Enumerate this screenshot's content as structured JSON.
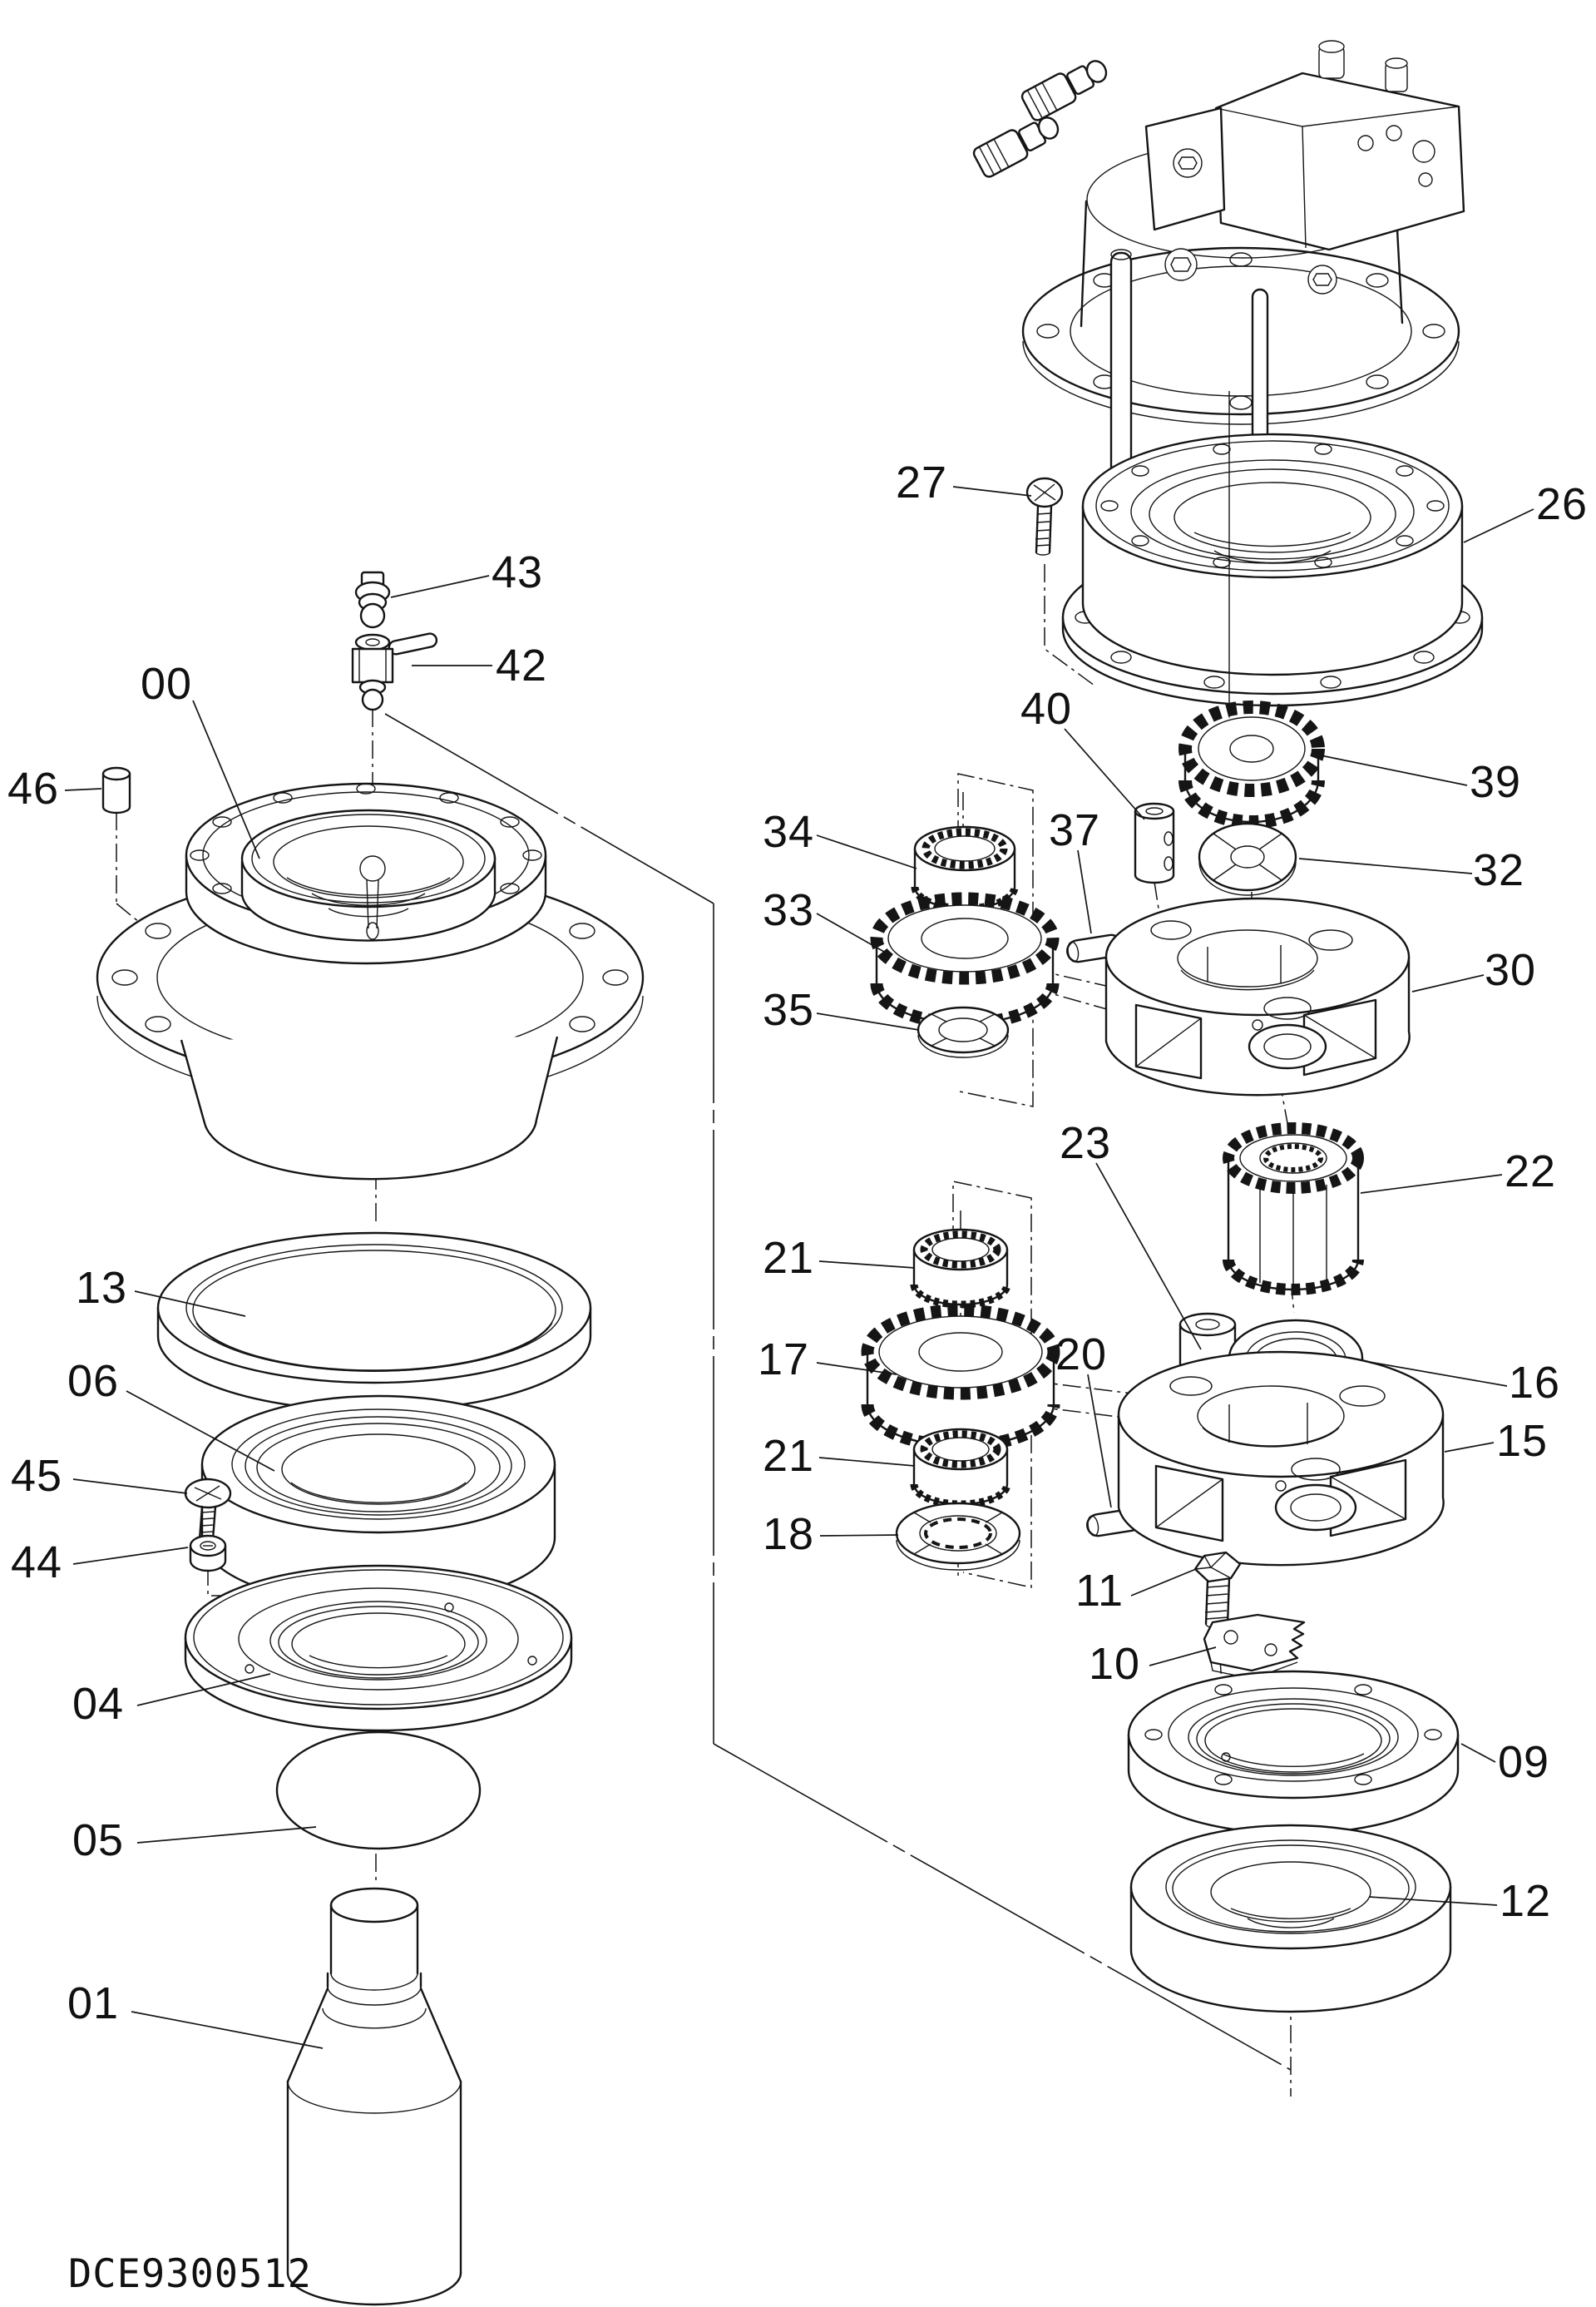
{
  "drawing": {
    "code": "DCE9300512",
    "type": "exploded-parts-diagram"
  },
  "labels": [
    "00",
    "01",
    "04",
    "05",
    "06",
    "09",
    "10",
    "11",
    "12",
    "13",
    "15",
    "16",
    "17",
    "18",
    "20",
    "21",
    "21",
    "22",
    "23",
    "26",
    "27",
    "30",
    "32",
    "33",
    "34",
    "35",
    "37",
    "39",
    "40",
    "42",
    "43",
    "44",
    "45",
    "46"
  ]
}
